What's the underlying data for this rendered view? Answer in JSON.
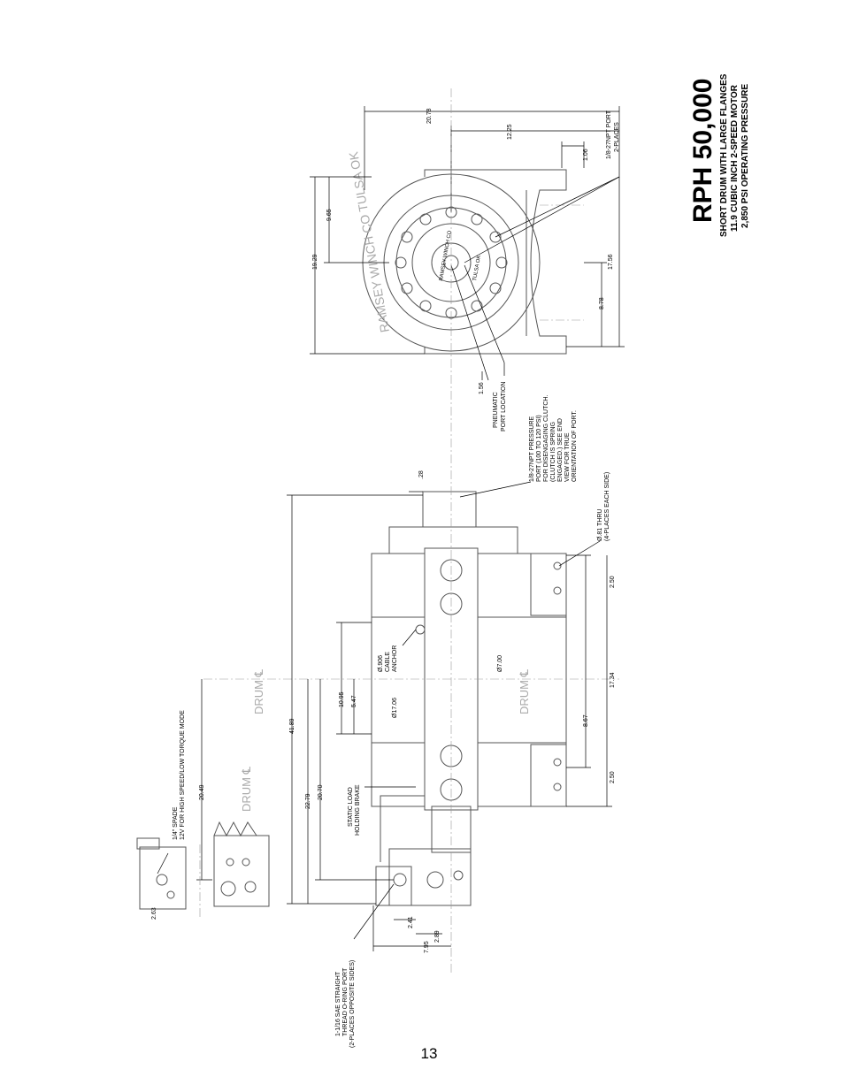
{
  "title": {
    "model": "RPH 50,000",
    "line1": "SHORT DRUM WITH LARGE FLANGES",
    "line2": "11.9 CUBIC INCH 2-SPEED MOTOR",
    "line3": "2,850 PSI OPERATING PRESSURE"
  },
  "page_number": "13",
  "end_view": {
    "dims": {
      "overall_width": "20.78",
      "half_width": "12.25",
      "port_offset": "1.06",
      "height": "19.29",
      "center_height": "9.65",
      "foot_span": "17.56",
      "foot_half": "8.78",
      "pneumatic_offset": "1.56"
    },
    "casting_text": "RAMSEY WINCH CO  TULSA OK",
    "hub_text": "RAMSEY WINCH CO",
    "hub_text2": "TULSA OK",
    "notes": {
      "port": [
        "1/8-27NPT PORT",
        "2-PLACES"
      ],
      "pneumatic": [
        "PNEUMATIC",
        "PORT LOCATION"
      ]
    }
  },
  "side_view": {
    "dims": {
      "overall_length": "41.89",
      "drum_to_valve": "22.79",
      "drum_to_valve2": "20.70",
      "drum_to_valve3": "20.49",
      "flange_span": "10.95",
      "flange_half": "5.47",
      "base_span": "17.34",
      "base_half": "8.67",
      "mount_spacing_top": "2.50",
      "mount_spacing_bottom": "2.50",
      "clutch_offset": ".28",
      "valve_width": "7.95",
      "valve_offset": "2.41",
      "valve_offset2": "2.89",
      "spade_offset": "2.63",
      "flange_dia": "Ø17.06",
      "drum_dia": "Ø7.00"
    },
    "drum_cl_label": "DRUM ℄",
    "notes": {
      "pressure_port": [
        "1/8-27NPT PRESSURE",
        "PORT (100 TO 120 PSI)",
        "FOR DISENGAGING CLUTCH.",
        "(CLUTCH IS SPRING",
        "ENGAGED.) SEE END",
        "VIEW FOR TRUE",
        "ORIENTATION OF PORT."
      ],
      "mount_holes": [
        "Ø.81 THRU",
        "(4-PLACES EACH SIDE)"
      ],
      "cable_anchor": [
        "Ø.906",
        "CABLE",
        "ANCHOR"
      ],
      "brake": [
        "STATIC LOAD",
        "HOLDING BRAKE"
      ],
      "oring_port": [
        "1-1/16 SAE STRAIGHT",
        "THREAD O-RING PORT",
        "(2-PLACES OPPOSITE SIDES)"
      ],
      "spade": [
        "1/4\" SPADE",
        "12V FOR HIGH SPEED/LOW TORQUE MODE"
      ]
    }
  }
}
